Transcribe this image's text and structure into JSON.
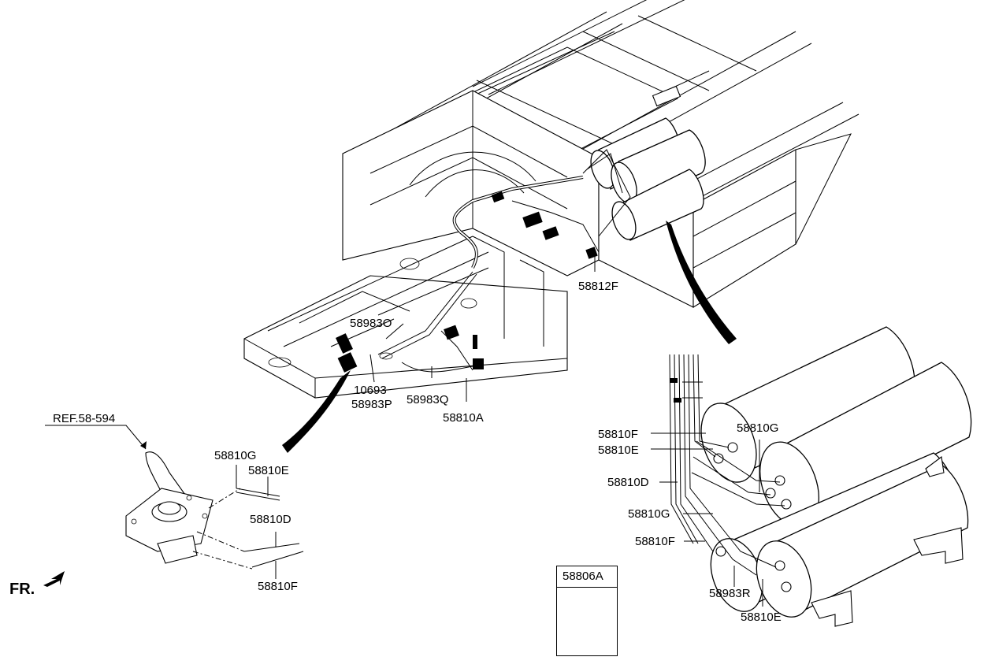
{
  "diagram": {
    "labels": {
      "p58983O": "58983O",
      "p10693": "10693",
      "p58983P": "58983P",
      "p58983Q": "58983Q",
      "p58810A_top": "58810A",
      "p58812F": "58812F",
      "ref": "REF.58-594",
      "l58810G": "58810G",
      "l58810E": "58810E",
      "l58810D": "58810D",
      "l58810F": "58810F",
      "r58810F": "58810F",
      "r58810E": "58810E",
      "r58810G": "58810G",
      "r58810D": "58810D",
      "r58810G_2": "58810G",
      "r58810F_2": "58810F",
      "r58983R": "58983R",
      "r58810E_2": "58810E",
      "box_58806A": "58806A",
      "front": "FR."
    },
    "icons": {
      "front_arrow": "arrow-left-down-icon",
      "detail_arrow": "callout-arrow-icon"
    }
  }
}
